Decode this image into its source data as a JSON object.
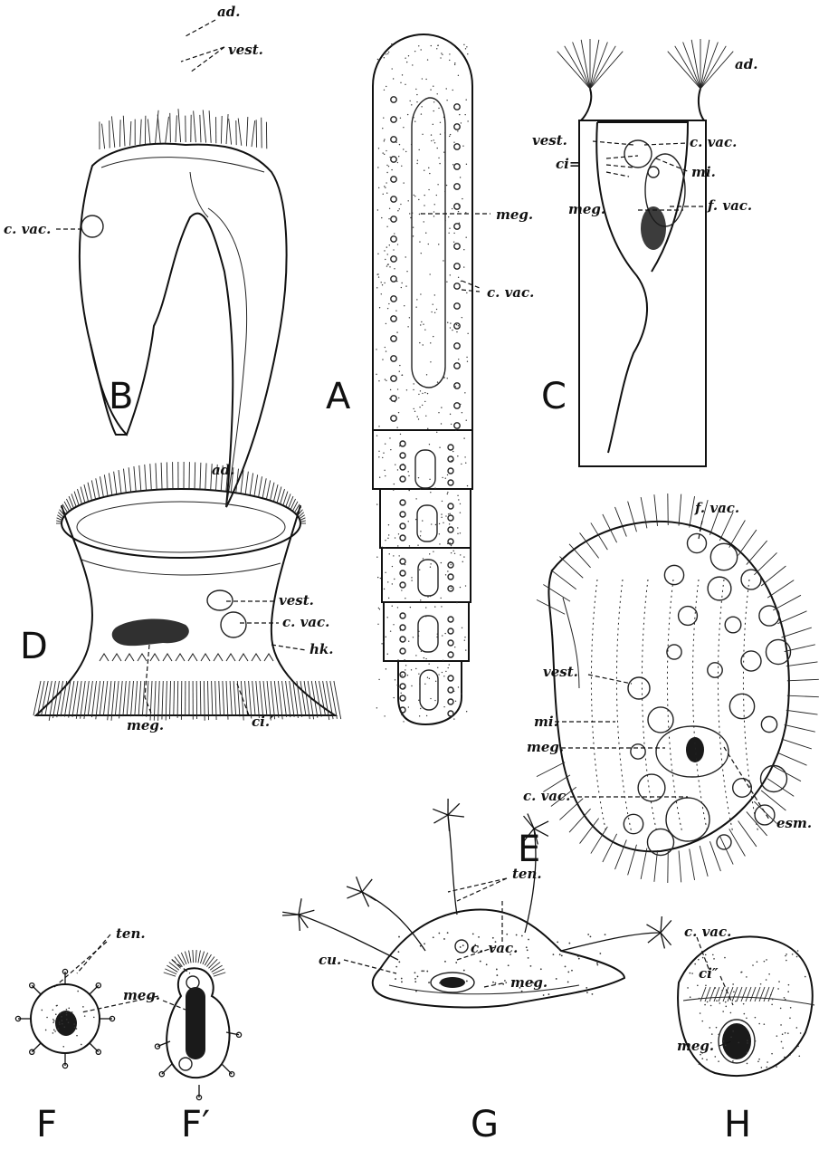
{
  "figures": [
    {
      "id": "A",
      "letter": "A"
    },
    {
      "id": "B",
      "letter": "B"
    },
    {
      "id": "C",
      "letter": "C"
    },
    {
      "id": "D",
      "letter": "D"
    },
    {
      "id": "E",
      "letter": "E"
    },
    {
      "id": "F",
      "letter": "F"
    },
    {
      "id": "F2",
      "letter": "F′"
    },
    {
      "id": "G",
      "letter": "G"
    },
    {
      "id": "H",
      "letter": "H"
    }
  ],
  "labels": {
    "A": {
      "meg": "meg.",
      "cvac": "c. vac."
    },
    "B": {
      "ad": "ad.",
      "vest": "vest.",
      "cvac": "c. vac."
    },
    "C": {
      "ad": "ad.",
      "vest": "vest.",
      "cvac": "c. vac.",
      "ci": "ci=",
      "mi": "mi.",
      "meg": "meg.",
      "fvac": "f. vac."
    },
    "D": {
      "ad": "ad.",
      "vest": "vest.",
      "cvac": "c. vac.",
      "hk": "hk.",
      "meg": "meg.",
      "ci": "ci.′"
    },
    "E": {
      "fvac": "f. vac.",
      "vest": "vest.",
      "mi": "mi.",
      "meg": "meg.",
      "cvac": "c. vac.",
      "esm": "esm."
    },
    "F": {
      "ten": "ten.",
      "meg": "meg."
    },
    "G": {
      "ten": "ten.",
      "cvac": "c. vac.",
      "cu": "cu.",
      "meg": "meg."
    },
    "H": {
      "cvac": "c. vac.",
      "ci": "ci″",
      "meg": "meg."
    }
  }
}
